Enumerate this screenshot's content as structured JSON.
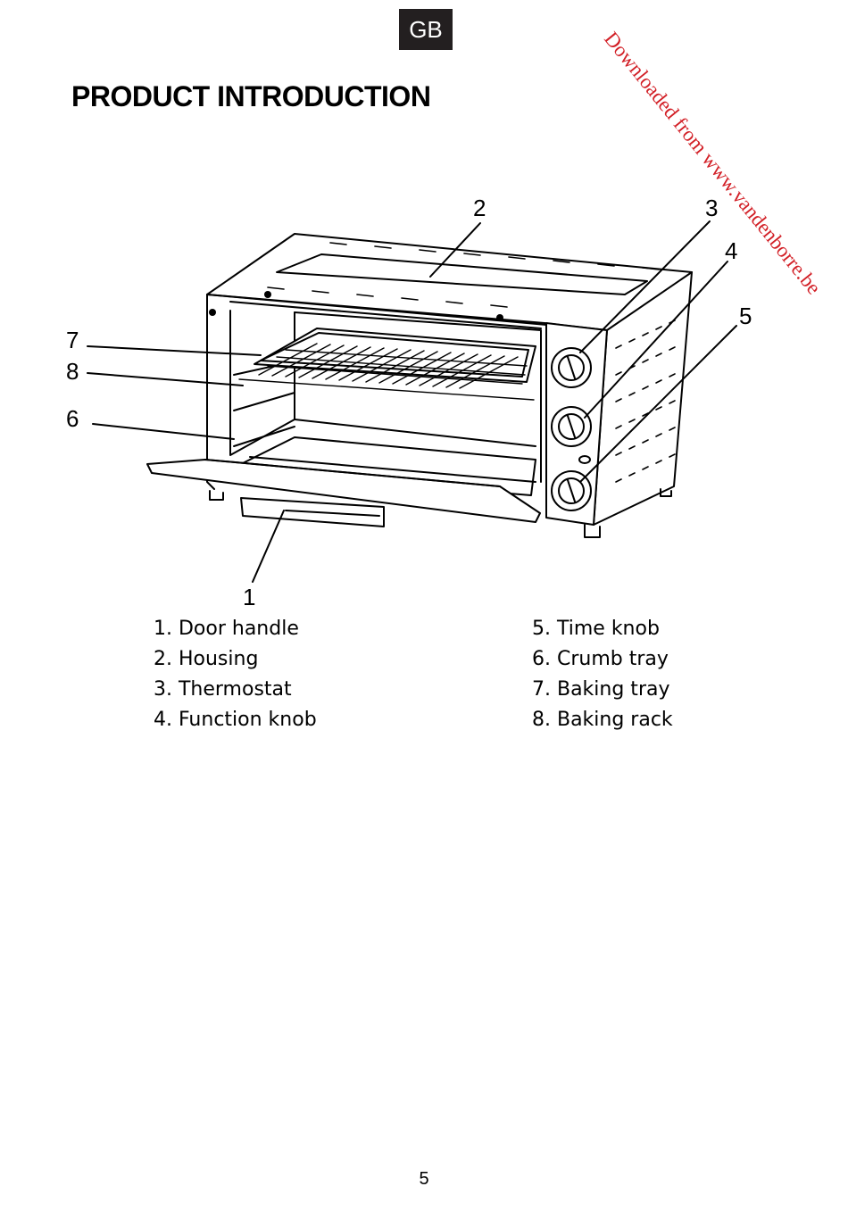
{
  "header": {
    "lang_code": "GB"
  },
  "watermark": {
    "text": "Downloaded from www.vandenborre.be"
  },
  "title": "PRODUCT INTRODUCTION",
  "callouts": [
    "1",
    "2",
    "3",
    "4",
    "5",
    "6",
    "7",
    "8"
  ],
  "legend": {
    "left": [
      "1. Door handle",
      "2. Housing",
      "3. Thermostat",
      "4. Function knob"
    ],
    "right": [
      "5. Time knob",
      "6. Crumb tray",
      "7. Baking tray",
      "8. Baking rack"
    ]
  },
  "page_number": "5"
}
